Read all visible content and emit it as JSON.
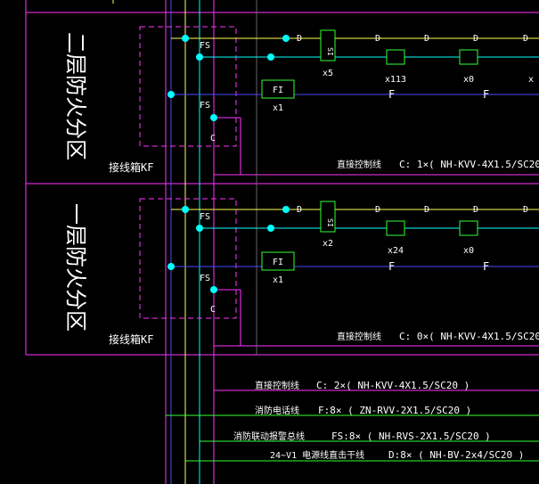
{
  "drawing": {
    "zones": [
      {
        "zone_label": "二层防火分区",
        "junction_box": "接线箱KF",
        "control_line": "直接控制线",
        "cable_spec": "C: 1×( NH-KVV-4X1.5/SC20",
        "module_counts": [
          "x5",
          "x113",
          "x0",
          "x"
        ],
        "fi_count": "x1"
      },
      {
        "zone_label": "一层防火分区",
        "junction_box": "接线箱KF",
        "control_line": "直接控制线",
        "cable_spec": "C: 0×( NH-KVV-4X1.5/SC20",
        "module_counts": [
          "x2",
          "x24",
          "x0",
          ""
        ],
        "fi_count": "x1"
      }
    ],
    "symbols": {
      "fi": "FI",
      "si": "SI",
      "d": "D",
      "f": "F",
      "fs": "FS",
      "c": "C"
    },
    "legend": [
      {
        "name": "直接控制线",
        "spec": "C:  2×(  NH-KVV-4X1.5/SC20   )"
      },
      {
        "name": "消防电话线",
        "spec": "F:8×  (   ZN-RVV-2X1.5/SC20   )"
      },
      {
        "name": "消防联动报警总线",
        "spec": "FS:8×  (   NH-RVS-2X1.5/SC20   )"
      },
      {
        "name": "24~V1 电源线直击干线",
        "spec": "D:8×  (   NH-BV-2x4/SC20   )"
      }
    ],
    "colors": {
      "background": "#000000",
      "magenta": "#ff33ff",
      "yellow": "#ffff55",
      "cyan": "#00ffff",
      "blue": "#4a4aff",
      "green": "#33ff33",
      "white": "#ffffff"
    }
  }
}
